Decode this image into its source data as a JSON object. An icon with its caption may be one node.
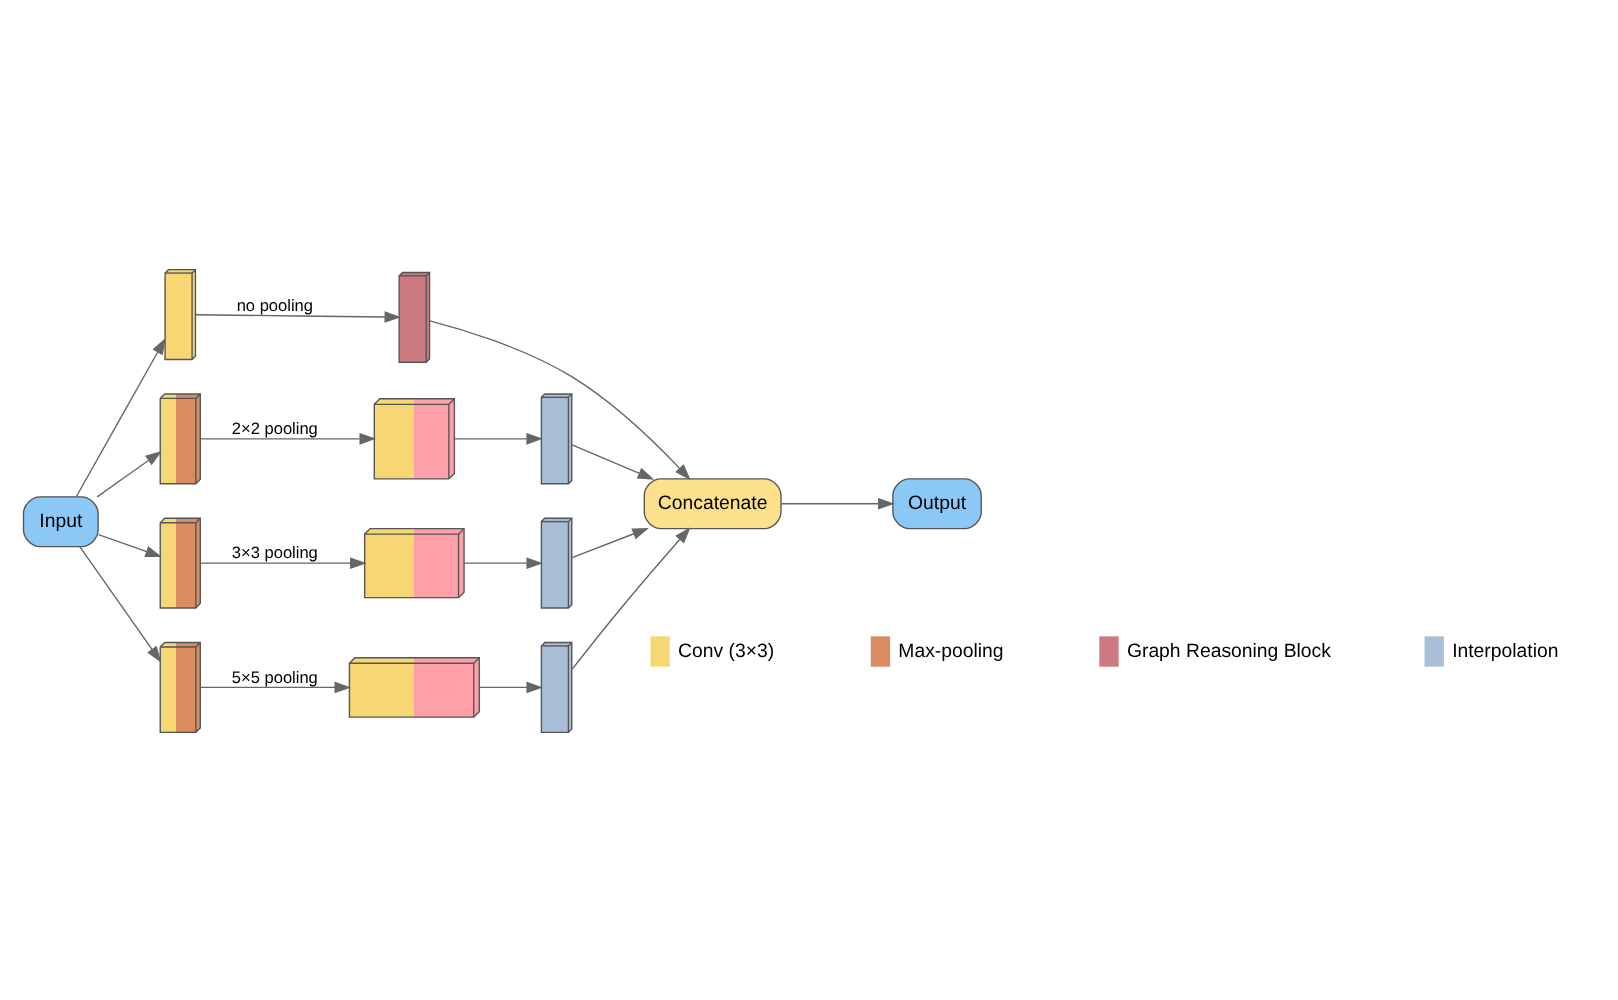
{
  "diagram": {
    "nodes": [
      {
        "text": [
          "Input"
        ]
      },
      {
        "text": [],
        "shape": "box"
      },
      {
        "text": [],
        "shape": "box"
      },
      {
        "text": [],
        "shape": "box"
      },
      {
        "text": [],
        "shape": "box"
      },
      {
        "text": [],
        "shape": "box"
      },
      {
        "text": [],
        "shape": "box"
      },
      {
        "text": [],
        "shape": "box"
      },
      {
        "text": [],
        "shape": "box"
      },
      {
        "text": [],
        "shape": "box"
      },
      {
        "text": [],
        "shape": "box"
      },
      {
        "text": [],
        "shape": "box"
      },
      {
        "text": [
          "Concatenate"
        ]
      },
      {
        "text": [
          "Output"
        ]
      }
    ],
    "edges": [
      {
        "from": 0,
        "to": 1,
        "arrow": "to"
      },
      {
        "from": 0,
        "to": 3,
        "arrow": "to"
      },
      {
        "from": 0,
        "to": 6,
        "arrow": "to"
      },
      {
        "from": 0,
        "to": 9,
        "arrow": "to"
      },
      {
        "from": 1,
        "to": 2,
        "arrow": "to",
        "label": "no pooling"
      },
      {
        "from": 3,
        "to": 4,
        "arrow": "to",
        "label": "2×2 pooling"
      },
      {
        "from": 6,
        "to": 7,
        "arrow": "to",
        "label": "3×3 pooling"
      },
      {
        "from": 9,
        "to": 10,
        "arrow": "to",
        "label": "5×5 pooling"
      },
      {
        "from": 4,
        "to": 5,
        "arrow": "to"
      },
      {
        "from": 7,
        "to": 8,
        "arrow": "to"
      },
      {
        "from": 10,
        "to": 11,
        "arrow": "to"
      },
      {
        "from": 2,
        "to": 12,
        "arrow": "to"
      },
      {
        "from": 5,
        "to": 12,
        "arrow": "to"
      },
      {
        "from": 8,
        "to": 12,
        "arrow": "to"
      },
      {
        "from": 11,
        "to": 12,
        "arrow": "to"
      },
      {
        "from": 12,
        "to": 13,
        "arrow": "to"
      }
    ],
    "legend": [
      {
        "text": "Conv (3×3)",
        "color": "#f7d774"
      },
      {
        "text": "Max-pooling",
        "color": "#d98c5f"
      },
      {
        "text": "Graph Reasoning Block",
        "color": "#cc7a80"
      },
      {
        "text": "Interpolation",
        "color": "#a9bfd6"
      }
    ]
  }
}
